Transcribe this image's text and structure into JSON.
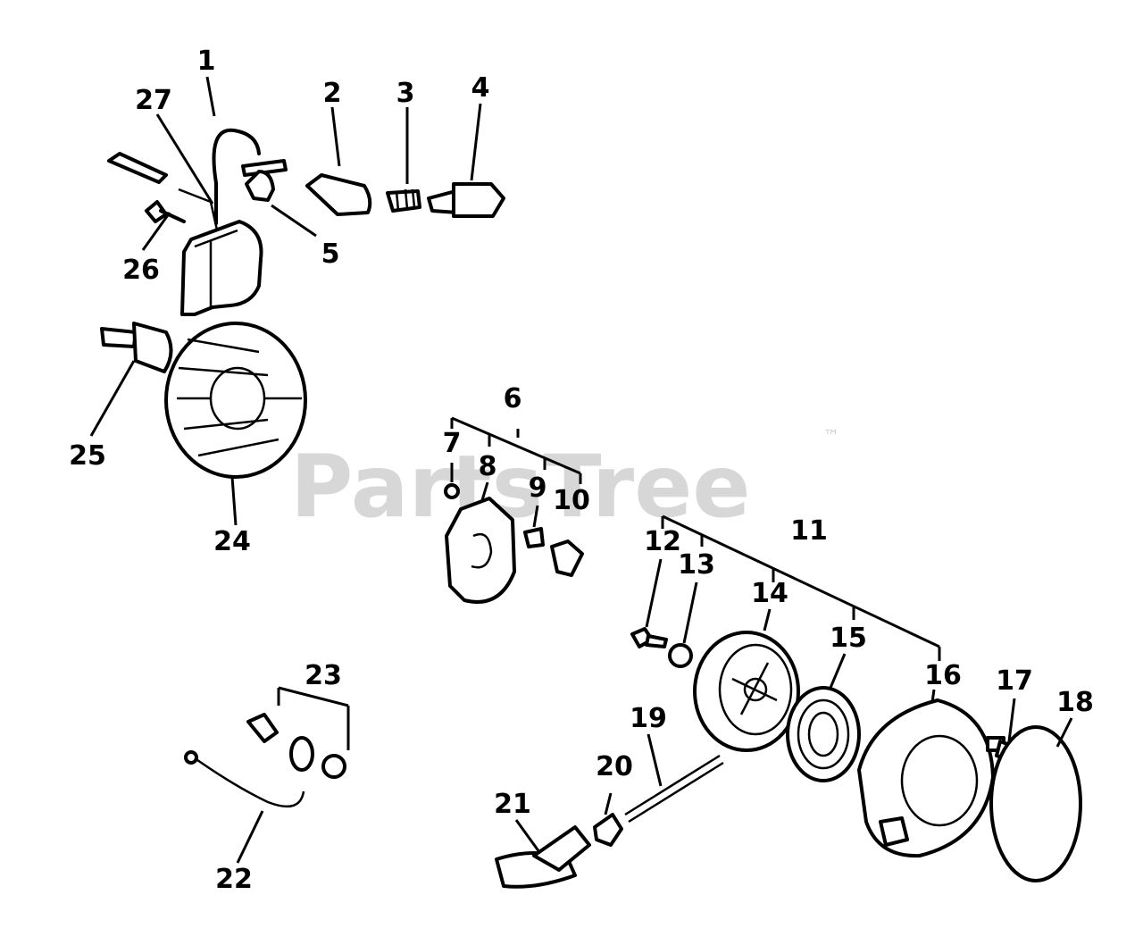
{
  "watermark": {
    "text": "PartsTree",
    "trademark": "™"
  },
  "labels": {
    "p1": "1",
    "p2": "2",
    "p3": "3",
    "p4": "4",
    "p5": "5",
    "p6": "6",
    "p7": "7",
    "p8": "8",
    "p9": "9",
    "p10": "10",
    "p11": "11",
    "p12": "12",
    "p13": "13",
    "p14": "14",
    "p15": "15",
    "p16": "16",
    "p17": "17",
    "p18": "18",
    "p19": "19",
    "p20": "20",
    "p21": "21",
    "p22": "22",
    "p23": "23",
    "p24": "24",
    "p25": "25",
    "p26": "26",
    "p27": "27"
  }
}
